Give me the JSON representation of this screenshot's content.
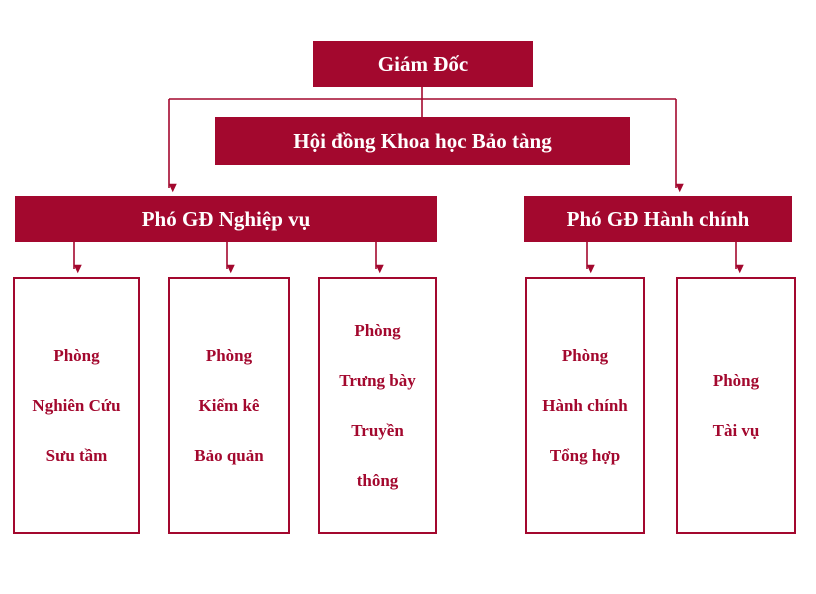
{
  "colors": {
    "accent": "#A3082E",
    "text_on_fill": "#FFFFFF",
    "background": "#FFFFFF"
  },
  "org": {
    "director": {
      "label": "Giám Đốc"
    },
    "council": {
      "label": "Hội đồng Khoa học Bảo tàng"
    },
    "deputies": [
      {
        "label": "Phó GĐ Nghiệp vụ"
      },
      {
        "label": "Phó GĐ Hành chính"
      }
    ],
    "departments": [
      {
        "lines": [
          "Phòng",
          "Nghiên Cứu",
          "Sưu tầm"
        ]
      },
      {
        "lines": [
          "Phòng",
          "Kiểm kê",
          "Bảo quản"
        ]
      },
      {
        "lines": [
          "Phòng",
          "Trưng bày",
          "Truyền",
          "thông"
        ]
      },
      {
        "lines": [
          "Phòng",
          "Hành chính",
          "Tổng hợp"
        ]
      },
      {
        "lines": [
          "Phòng",
          "Tài vụ"
        ]
      }
    ]
  }
}
